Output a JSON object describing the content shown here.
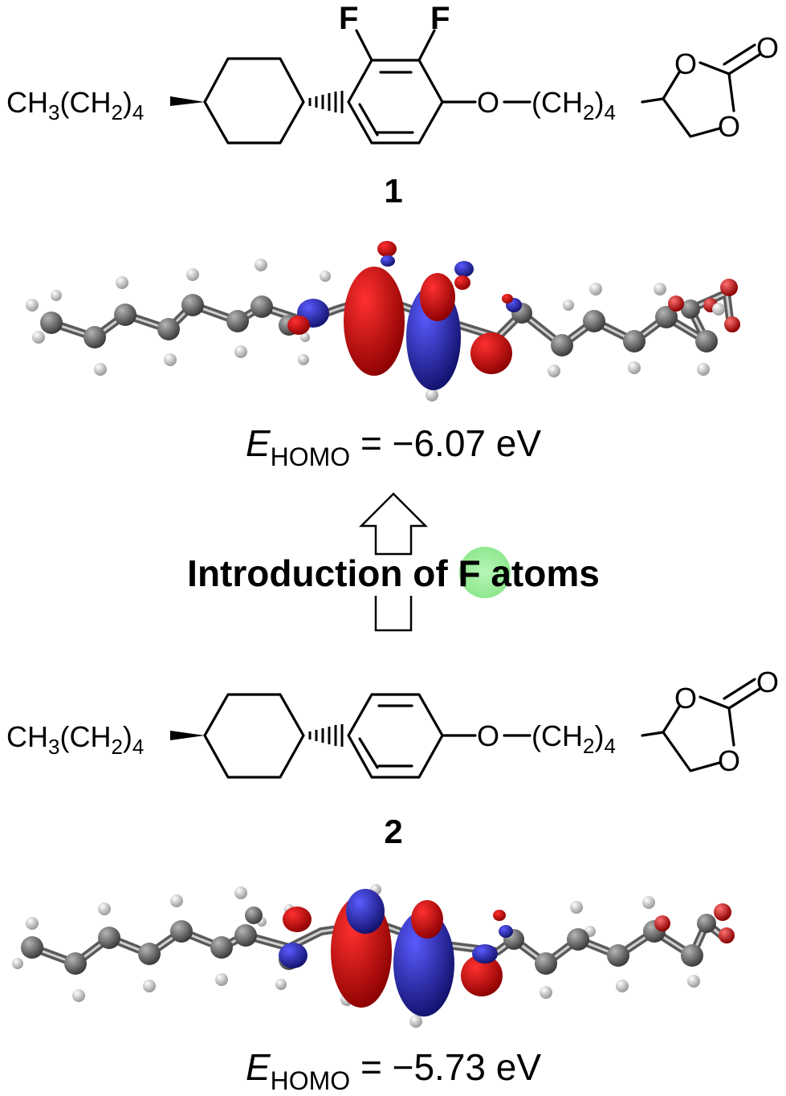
{
  "compound1": {
    "alkyl": {
      "base": "CH",
      "sub1": "3",
      "mid": "(CH",
      "sub2": "2",
      "end": ")",
      "sub3": "4"
    },
    "fluorine_left": "F",
    "fluorine_right": "F",
    "ether_oxygen": "O",
    "linker": {
      "base": "(CH",
      "sub1": "2",
      "end": ")",
      "sub2": "4"
    },
    "ring_o_top": "O",
    "carbonyl_o": "O",
    "ring_o_bottom": "O",
    "number": "1",
    "energy": {
      "symbol": "E",
      "subscript": "HOMO",
      "value": " = −6.07 eV"
    }
  },
  "compound2": {
    "alkyl": {
      "base": "CH",
      "sub1": "3",
      "mid": "(CH",
      "sub2": "2",
      "end": ")",
      "sub3": "4"
    },
    "ether_oxygen": "O",
    "linker": {
      "base": "(CH",
      "sub1": "2",
      "end": ")",
      "sub2": "4"
    },
    "ring_o_top": "O",
    "carbonyl_o": "O",
    "ring_o_bottom": "O",
    "number": "2",
    "energy": {
      "symbol": "E",
      "subscript": "HOMO",
      "value": " = −5.73 eV"
    }
  },
  "transition": {
    "before": "Introduction of ",
    "highlight": "F",
    "after": " atoms"
  },
  "colors": {
    "fluorine": "#2ca02c",
    "highlight": "#a6f0a6",
    "orbital_red": "#c00000",
    "orbital_blue": "#2020b0",
    "carbon": "#5a5a5a",
    "hydrogen": "#e6e6e6",
    "oxygen": "#cc1010"
  }
}
